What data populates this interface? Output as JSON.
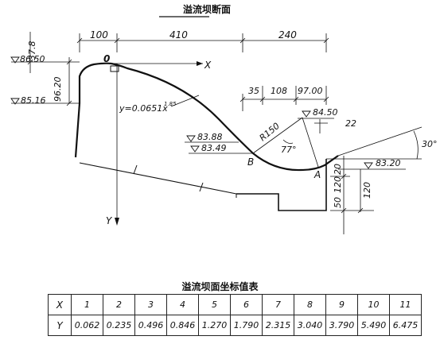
{
  "drawing": {
    "title": "溢流坝断面",
    "dims": {
      "d100": "100",
      "d410": "410",
      "d240": "240",
      "d35": "35",
      "d108": "108",
      "d97": "97.00",
      "d22": "22",
      "d37": "37.8",
      "d96": "96.20",
      "d20": "20",
      "d50": "50",
      "d120a": "120",
      "d120b": "120",
      "radius": "R150"
    },
    "elevations": {
      "e8650": "86.50",
      "e8516": "85.16",
      "e8388": "83.88",
      "e8349": "83.49",
      "e8450": "84.50",
      "e8320": "83.20"
    },
    "points": {
      "origin": "0",
      "x_axis": "X",
      "y_axis": "Y",
      "b": "B",
      "a": "A"
    },
    "equation": {
      "base": "y=0.0651x",
      "exp": "1.85"
    },
    "angles": {
      "a77": "77°",
      "a30": "30°"
    }
  },
  "table": {
    "title": "溢流坝面坐标值表",
    "x_label": "X",
    "y_label": "Y",
    "x": [
      "1",
      "2",
      "3",
      "4",
      "5",
      "6",
      "7",
      "8",
      "9",
      "10",
      "11"
    ],
    "y": [
      "0.062",
      "0.235",
      "0.496",
      "0.846",
      "1.270",
      "1.790",
      "2.315",
      "3.040",
      "3.790",
      "5.490",
      "6.475"
    ]
  }
}
